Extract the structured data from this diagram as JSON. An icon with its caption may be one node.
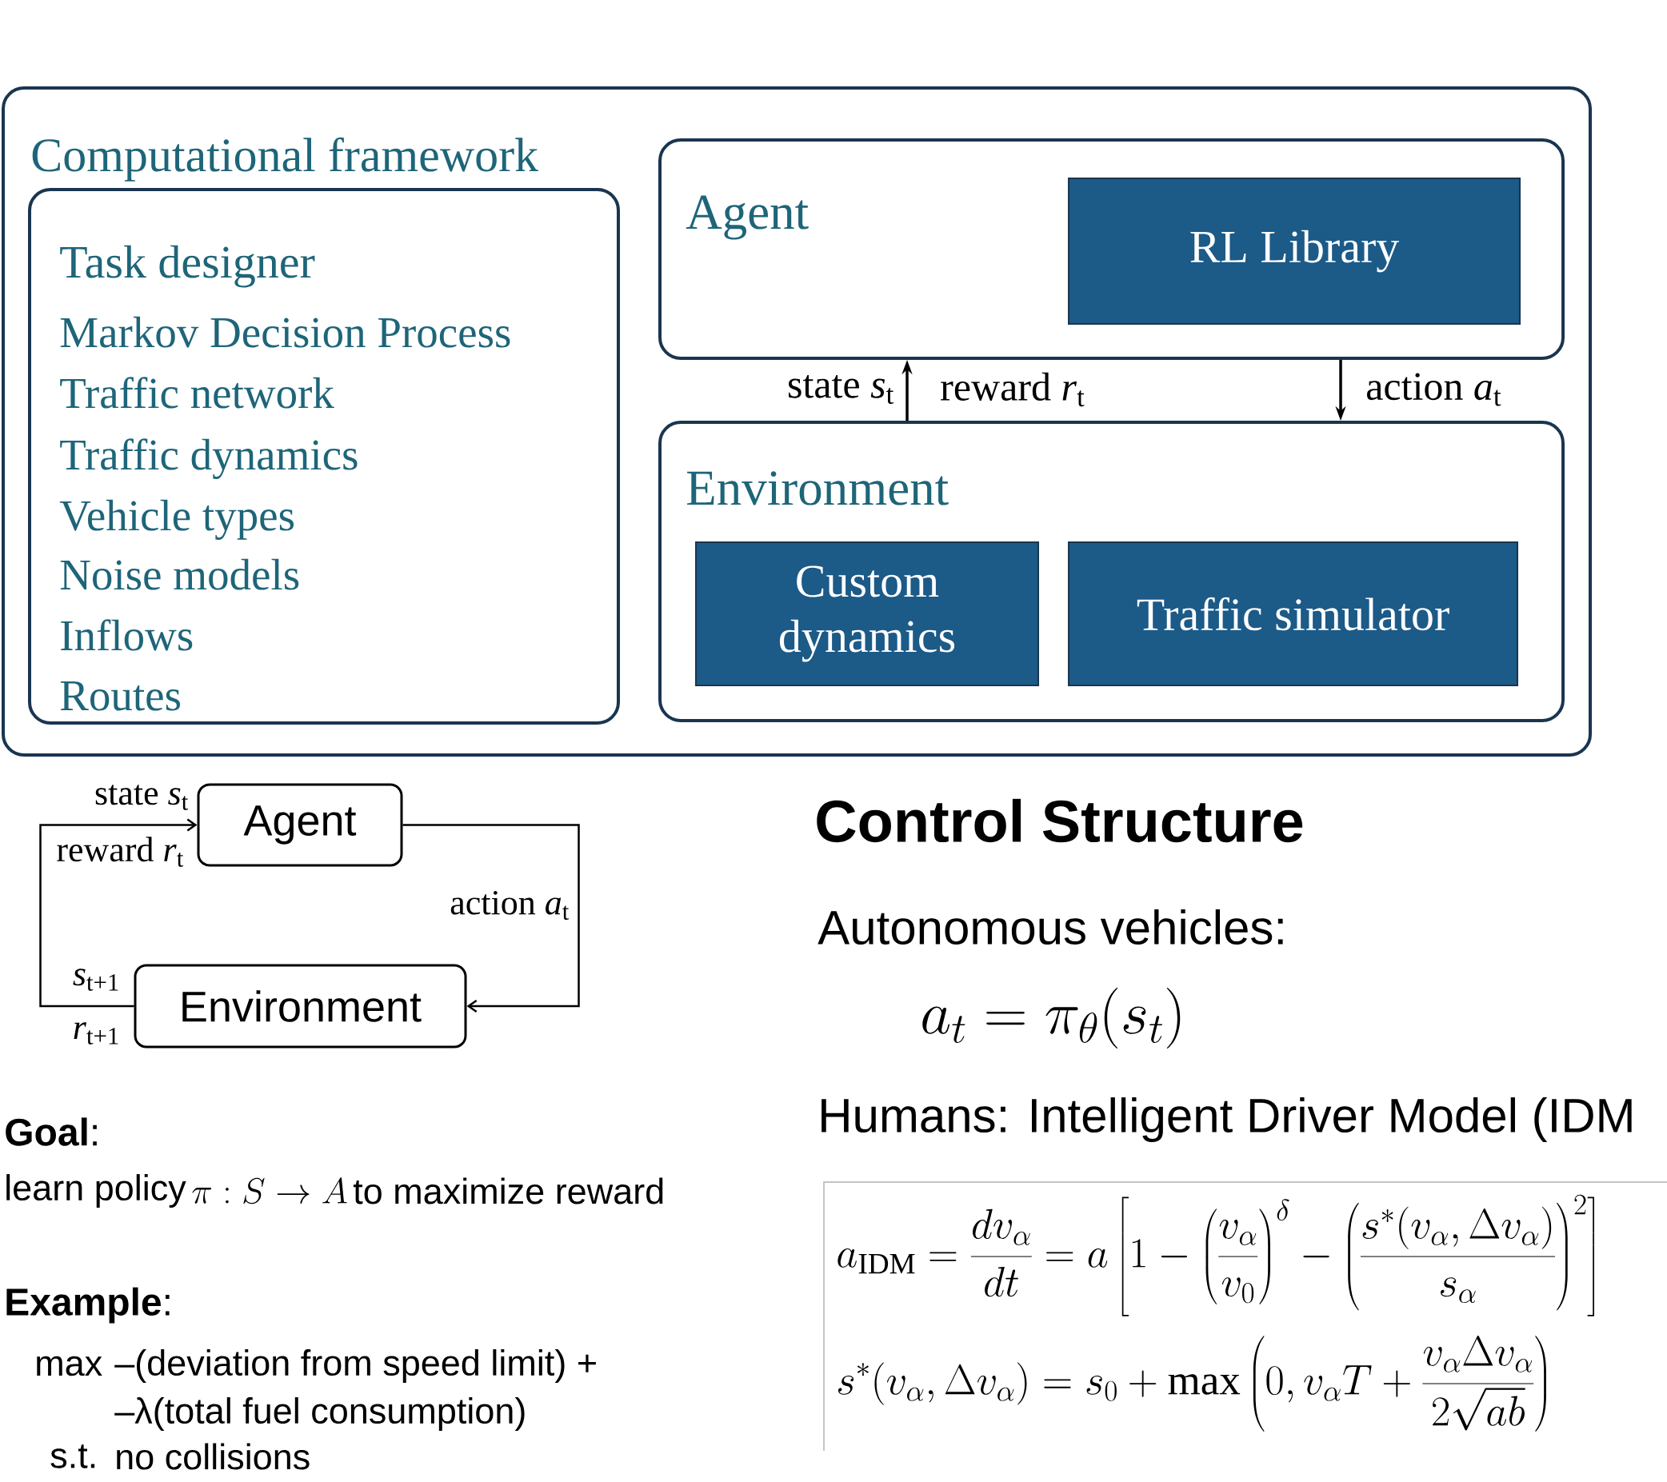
{
  "diagram": {
    "nodes": [
      {
        "text": [
          "Computational framework"
        ]
      },
      {
        "text": [
          "Task designer",
          "Markov Decision Process",
          "Traffic network",
          "Traffic dynamics",
          "Vehicle types",
          "Noise models",
          "Inflows",
          "Routes"
        ],
        "in": 0
      },
      {
        "text": [
          "Agent"
        ],
        "in": 0
      },
      {
        "text": [
          "RL Library"
        ],
        "in": 2
      },
      {
        "text": [
          "Environment"
        ],
        "in": 0
      },
      {
        "text": [
          "Custom dynamics"
        ],
        "in": 4
      },
      {
        "text": [
          "Traffic simulator"
        ],
        "in": 4
      },
      {
        "text": [
          "Agent"
        ]
      },
      {
        "text": [
          "Environment"
        ]
      }
    ],
    "edges": [
      {
        "from": 4,
        "to": 2,
        "arrow": "to",
        "label": "state *s*$_{t}$"
      },
      {
        "from": 2,
        "to": 4,
        "arrow": "to",
        "label": "action *a*$_{t}$"
      },
      {
        "from": 7,
        "to": 8,
        "arrow": "to",
        "label": "action *a*$_{t}$"
      },
      {
        "from": 8,
        "to": 7,
        "arrow": "to",
        "label": "state *s*$_{t}$"
      }
    ],
    "labels": [
      "reward *r*$_{t}$",
      "reward *r*$_{t}$",
      "*s*$_{t+1}$",
      "*r*$_{t+1}$",
      "Control Structure",
      "Autonomous vehicles:",
      "a_t = \\pi_\\theta(s_t)",
      "Humans: Intelligent Driver Model (IDM",
      "a_{\\mathrm{IDM}} = \\frac{dv_\\alpha}{dt} = a\\left[1-\\left(\\frac{v_\\alpha}{v_0}\\right)^{\\delta}-\\left(\\frac{s^*(v_\\alpha,\\Delta v_\\alpha)}{s_\\alpha}\\right)^2\\right]",
      "s^*(v_\\alpha,\\Delta v_\\alpha) = s_0 + \\max\\left(0, v_\\alpha T + \\frac{v_\\alpha\\Delta v_\\alpha}{2\\sqrt{ab}}\\right)",
      "**Goal**:",
      "learn policy",
      "\\pi : S \\rightarrow A",
      "to maximize reward",
      "**Example**:",
      "max",
      "–(deviation from speed limit) +",
      "–λ(total fuel consumption)",
      "s.t.",
      "no collisions"
    ]
  }
}
